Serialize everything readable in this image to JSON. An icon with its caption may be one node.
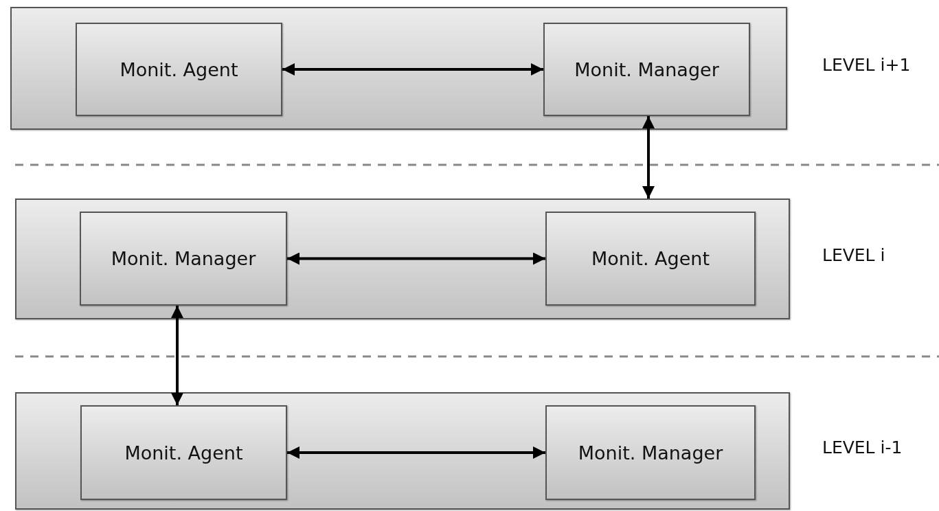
{
  "diagram": {
    "nodes": [
      {
        "text": [],
        "shape": "box",
        "beside": [
          "LEVEL i+1"
        ]
      },
      {
        "text": [
          "Monit. Agent"
        ],
        "in": 0
      },
      {
        "text": [
          "Monit. Manager"
        ],
        "in": 0
      },
      {
        "text": [],
        "shape": "box",
        "beside": [
          "LEVEL i"
        ]
      },
      {
        "text": [
          "Monit. Manager"
        ],
        "in": 3
      },
      {
        "text": [
          "Monit. Agent"
        ],
        "in": 3
      },
      {
        "text": [],
        "shape": "box",
        "beside": [
          "LEVEL i-1"
        ]
      },
      {
        "text": [
          "Monit. Agent"
        ],
        "in": 6
      },
      {
        "text": [
          "Monit. Manager"
        ],
        "in": 6
      }
    ],
    "edges": [
      {
        "from": 1,
        "to": 2,
        "arrow": "both"
      },
      {
        "from": 2,
        "to": 3,
        "arrow": "both"
      },
      {
        "from": 4,
        "to": 5,
        "arrow": "both"
      },
      {
        "from": 4,
        "to": 7,
        "arrow": "both"
      },
      {
        "from": 7,
        "to": 8,
        "arrow": "both"
      }
    ]
  }
}
